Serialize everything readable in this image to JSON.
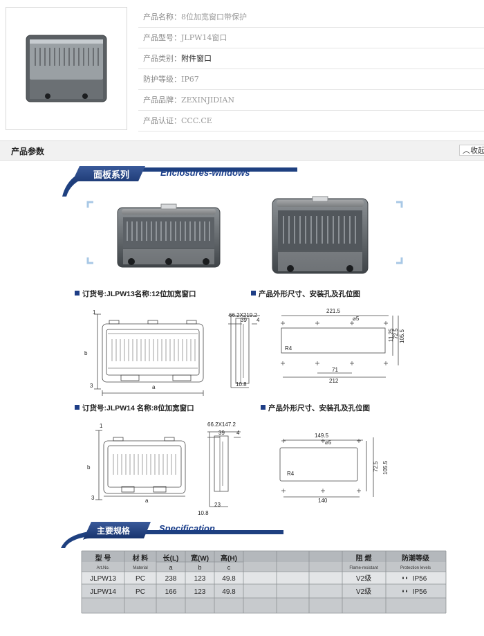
{
  "product_info": {
    "rows": [
      {
        "label": "产品名称：",
        "value": "8位加宽窗口带保护",
        "dark": false
      },
      {
        "label": "产品型号：",
        "value": "JLPW14窗口",
        "dark": false
      },
      {
        "label": "产品类别：",
        "value": "附件窗口",
        "dark": true
      },
      {
        "label": "防护等级：",
        "value": "IP67",
        "dark": false
      },
      {
        "label": "产品品牌：",
        "value": "ZEXINJIDIAN",
        "dark": false
      },
      {
        "label": "产品认证：",
        "value": "CCC.CE",
        "dark": false
      }
    ]
  },
  "params": {
    "title": "产品参数",
    "collapse_label": "收起"
  },
  "catalog": {
    "banner_cn": "面板系列",
    "banner_en": "Enclosures-windows",
    "jlpw13_heading": "订货号:JLPW13名称:12位加宽窗口",
    "dims_heading_1": "产品外形尺寸、安装孔及孔位图",
    "jlpw14_heading": "订货号:JLPW14 名称:8位加宽窗口",
    "dims_heading_2": "产品外形尺寸、安装孔及孔位图",
    "drawing13": {
      "b": "b",
      "a": "a",
      "n1": "1",
      "n3": "3",
      "size": "66.2X219.2",
      "d39": "39",
      "d4": "4",
      "d108": "10.8",
      "d2215": "221.5",
      "phi5": "⌀5",
      "d1125": "11.25",
      "d725": "72.5",
      "d1055": "105.5",
      "r4": "R4",
      "d71": "71",
      "d212": "212"
    },
    "drawing14": {
      "b": "b",
      "a": "a",
      "n1": "1",
      "n3": "3",
      "size": "66.2X147.2",
      "d39": "39",
      "d4": "4",
      "d108": "10.8",
      "d23": "23",
      "d1495": "149.5",
      "phi5": "⌀5",
      "d725": "72.5",
      "d1055": "105.5",
      "r4": "R4",
      "d140": "140"
    },
    "spec_banner_cn": "主要规格",
    "spec_banner_en": "Specification",
    "spec_table": {
      "headers": {
        "model_cn": "型 号",
        "model_en": "Art.No.",
        "material_cn": "材 料",
        "material_en": "Material",
        "length": "长(L)",
        "width": "宽(W)",
        "height": "高(H)",
        "flame_cn": "阻 燃",
        "flame_en": "Flame-resistant",
        "protect_cn": "防潮等级",
        "protect_en": "Protection levels",
        "sub_a": "a",
        "sub_b": "b",
        "sub_c": "c"
      },
      "rows": [
        {
          "model": "JLPW13",
          "material": "PC",
          "a": "238",
          "b": "123",
          "c": "49.8",
          "flame": "V2级",
          "protect": "IP56"
        },
        {
          "model": "JLPW14",
          "material": "PC",
          "a": "166",
          "b": "123",
          "c": "49.8",
          "flame": "V2级",
          "protect": "IP56"
        }
      ]
    }
  }
}
